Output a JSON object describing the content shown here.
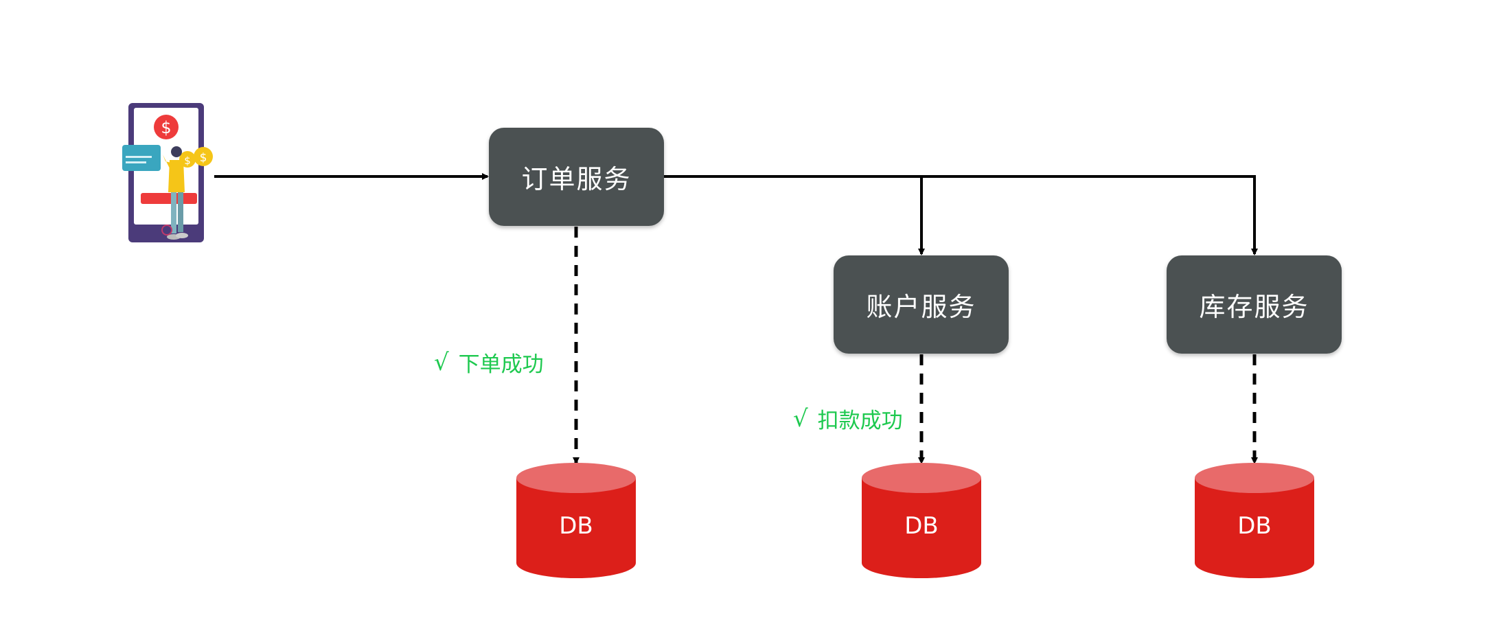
{
  "client": {
    "icon": "mobile-payment-icon"
  },
  "services": {
    "order": "订单服务",
    "account": "账户服务",
    "stock": "库存服务"
  },
  "status": {
    "check": "√",
    "order_text": "下单成功",
    "account_text": "扣款成功"
  },
  "databases": {
    "order": "DB",
    "account": "DB",
    "stock": "DB"
  },
  "colors": {
    "box": "#4b5152",
    "db_red": "#dc1f1a",
    "db_top": "#e86a6a",
    "success_green": "#1ec94f",
    "arrow": "#000000"
  }
}
